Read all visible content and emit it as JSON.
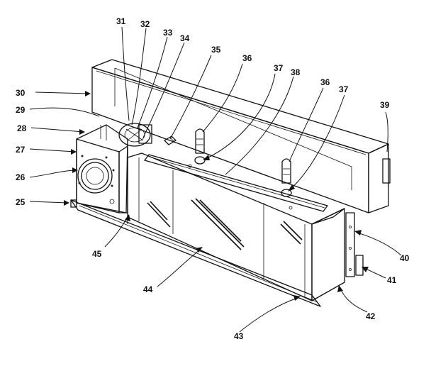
{
  "callouts": [
    {
      "id": "c25",
      "label": "25"
    },
    {
      "id": "c26",
      "label": "26"
    },
    {
      "id": "c27",
      "label": "27"
    },
    {
      "id": "c28",
      "label": "28"
    },
    {
      "id": "c29",
      "label": "29"
    },
    {
      "id": "c30",
      "label": "30"
    },
    {
      "id": "c31",
      "label": "31"
    },
    {
      "id": "c32",
      "label": "32"
    },
    {
      "id": "c33",
      "label": "33"
    },
    {
      "id": "c34",
      "label": "34"
    },
    {
      "id": "c35",
      "label": "35"
    },
    {
      "id": "c36a",
      "label": "36"
    },
    {
      "id": "c37a",
      "label": "37"
    },
    {
      "id": "c38",
      "label": "38"
    },
    {
      "id": "c36b",
      "label": "36"
    },
    {
      "id": "c37b",
      "label": "37"
    },
    {
      "id": "c39",
      "label": "39"
    },
    {
      "id": "c40",
      "label": "40"
    },
    {
      "id": "c41",
      "label": "41"
    },
    {
      "id": "c42",
      "label": "42"
    },
    {
      "id": "c43",
      "label": "43"
    },
    {
      "id": "c44",
      "label": "44"
    },
    {
      "id": "c45",
      "label": "45"
    }
  ]
}
